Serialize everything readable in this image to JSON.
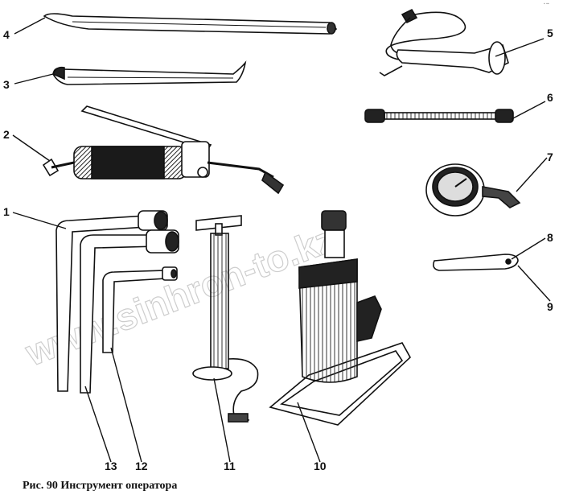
{
  "caption": "Рис. 90  Инструмент оператора",
  "watermark": "www.sinhron-to.kz",
  "callouts": [
    {
      "id": "1",
      "part": "wrench-1"
    },
    {
      "id": "2",
      "part": "grease-gun"
    },
    {
      "id": "3",
      "part": "pry-bar-short"
    },
    {
      "id": "4",
      "part": "pry-bar-long"
    },
    {
      "id": "5",
      "part": "inflation-hose"
    },
    {
      "id": "6",
      "part": "extension-hose"
    },
    {
      "id": "7",
      "part": "pressure-gauge"
    },
    {
      "id": "8",
      "part": "blade-tool"
    },
    {
      "id": "9",
      "part": "blade-tool"
    },
    {
      "id": "10",
      "part": "bottle-jack"
    },
    {
      "id": "11",
      "part": "tire-pump"
    },
    {
      "id": "12",
      "part": "wrench-small"
    },
    {
      "id": "13",
      "part": "wrench-medium"
    }
  ]
}
